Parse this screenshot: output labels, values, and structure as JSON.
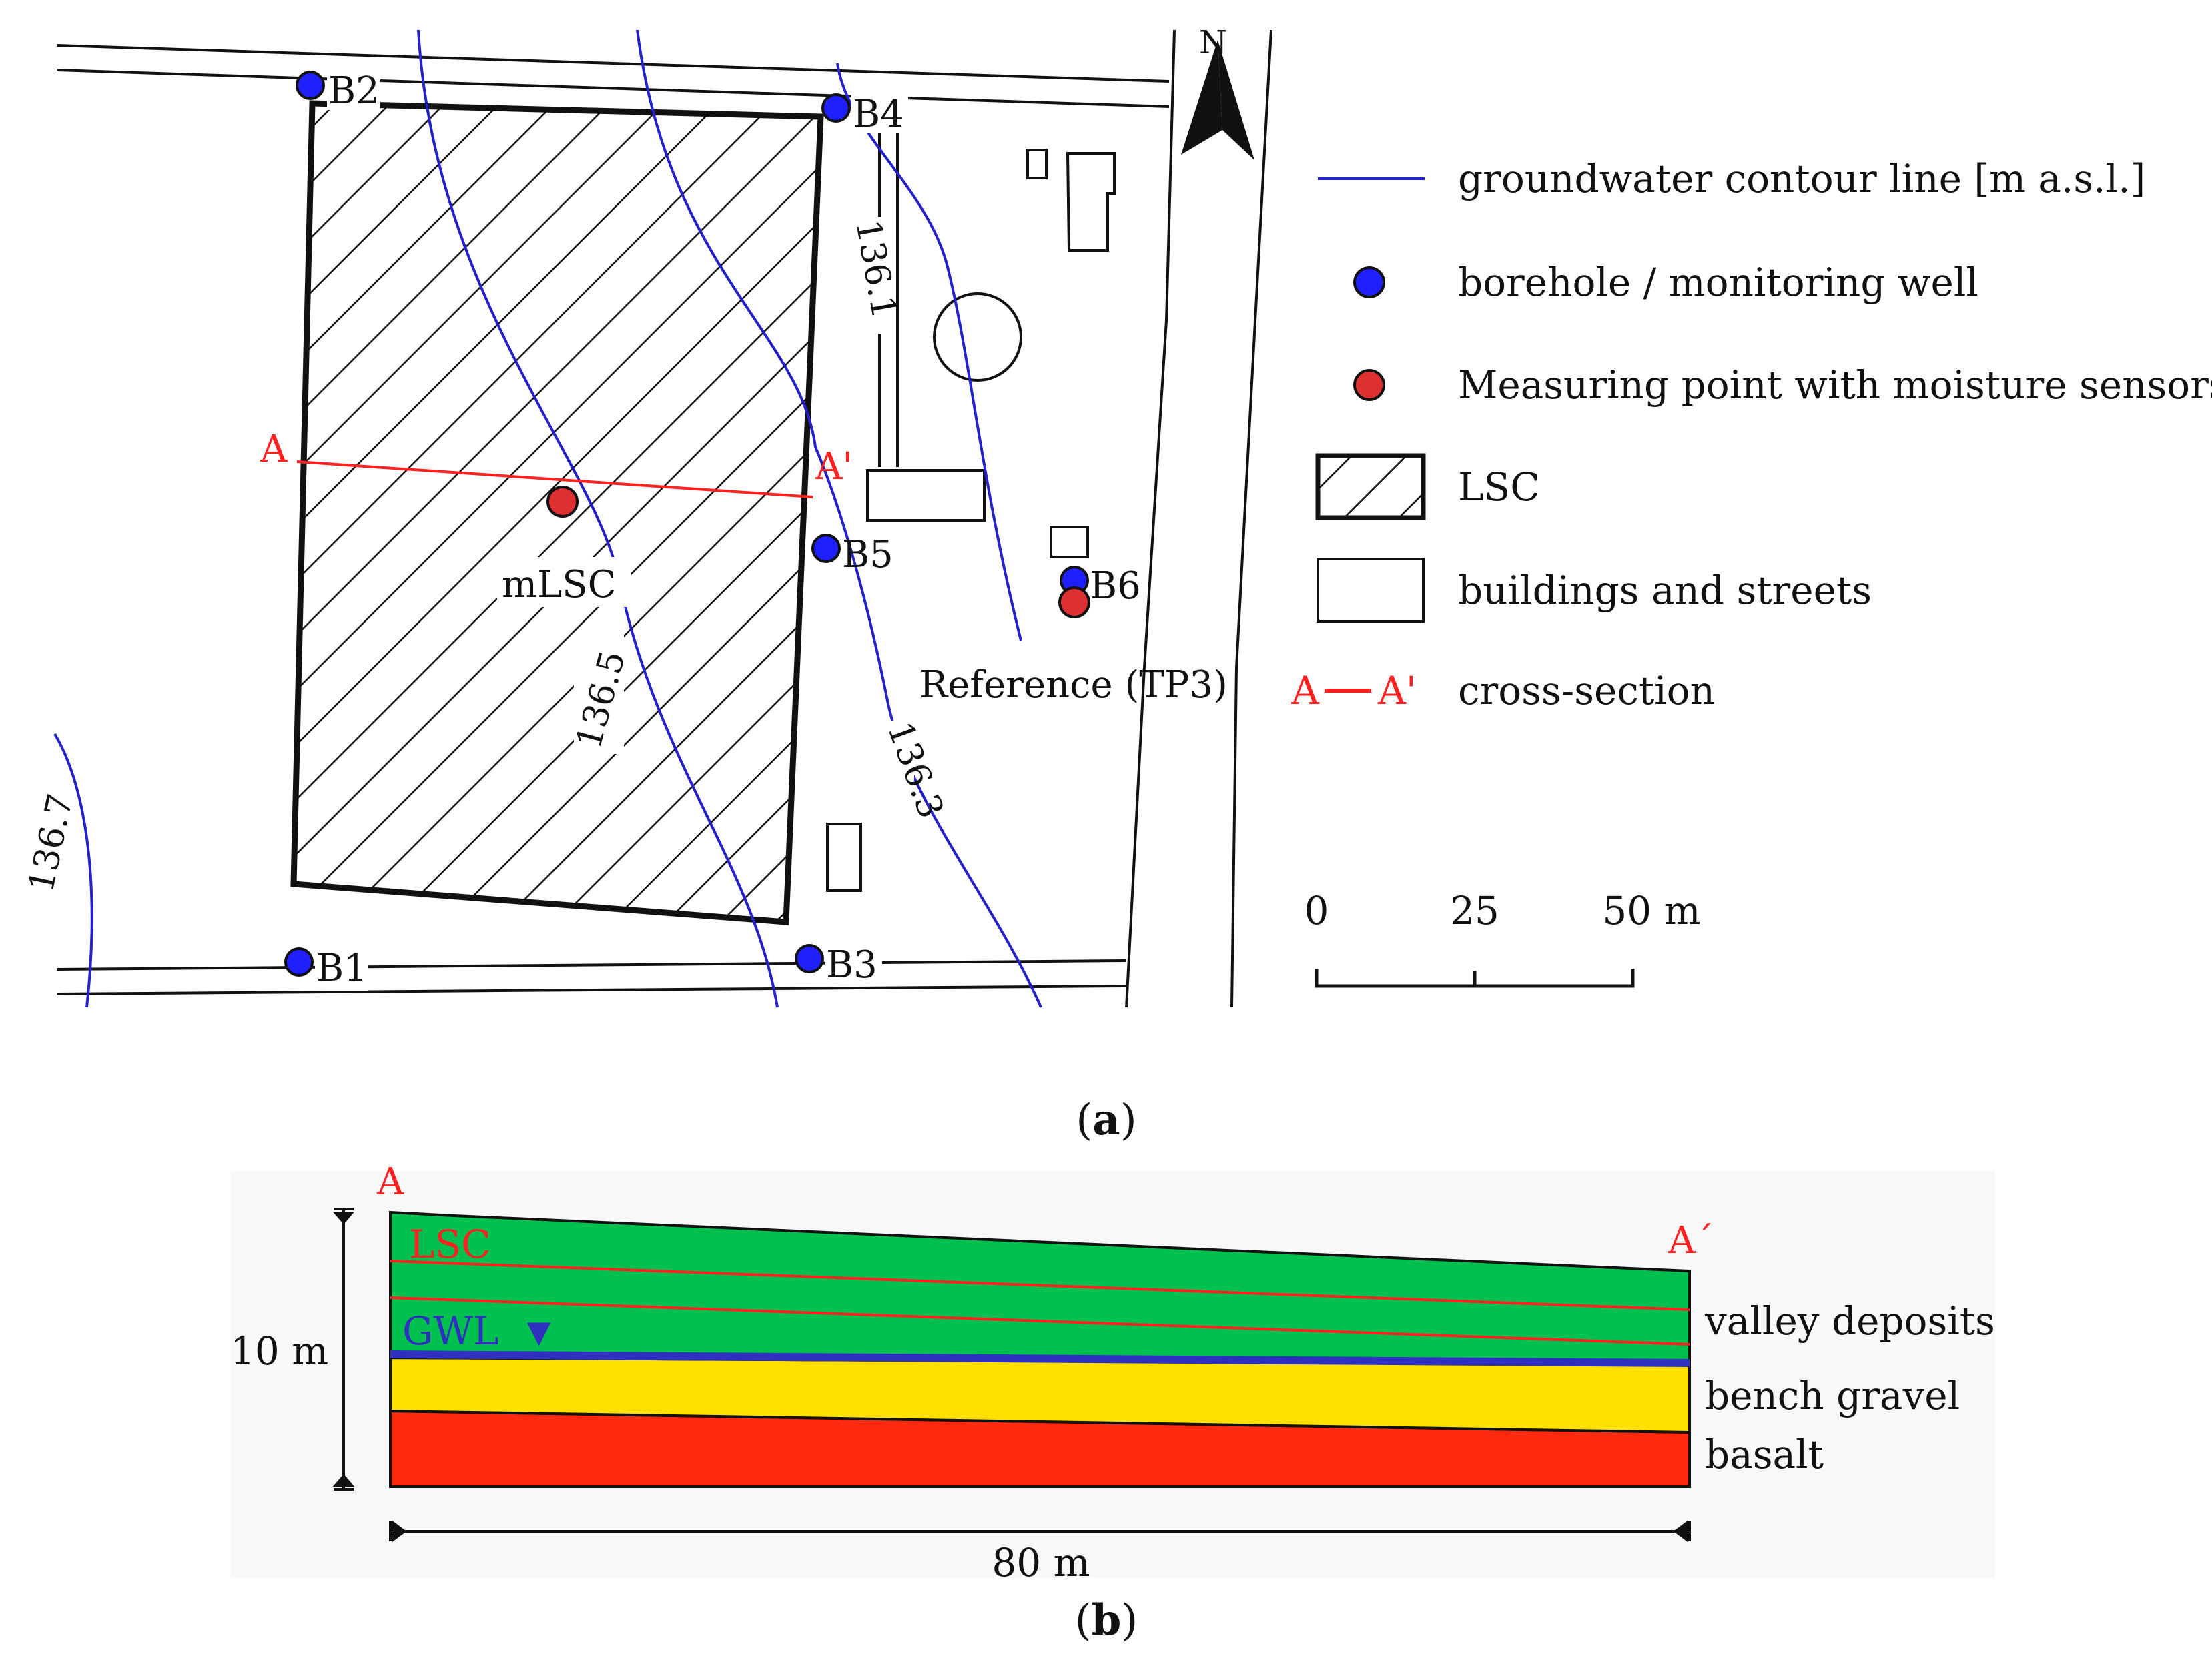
{
  "colors": {
    "contour": "#2222cc",
    "borehole": "#2020ff",
    "sensor": "#dd3030",
    "section": "#ff2020",
    "valley": "#00c050",
    "gravel": "#ffe000",
    "basalt": "#ff2a10",
    "gwl": "#3030c0"
  },
  "map": {
    "north_label": "N",
    "boreholes": {
      "b1": "B1",
      "b2": "B2",
      "b3": "B3",
      "b4": "B4",
      "b5": "B5",
      "b6": "B6"
    },
    "contours": {
      "c1367": "136.7",
      "c1365": "136.5",
      "c1363": "136.3",
      "c1361": "136.1"
    },
    "section_a": "A",
    "section_a_prime": "A'",
    "sensor_mlsc": "mLSC",
    "sensor_reference": "Reference (TP3)",
    "legend": {
      "contour_line": "groundwater contour line [m a.s.l.]",
      "borehole": "borehole / monitoring well",
      "measuring_point": "Measuring point with moisture sensors",
      "lsc": "LSC",
      "buildings": "buildings and streets",
      "section_symbol_a": "A",
      "section_symbol_a_prime": "A'",
      "cross_section": "cross-section"
    },
    "scale": {
      "tick0": "0",
      "tick25": "25",
      "tick50": "50 m"
    }
  },
  "panel_a_label": "a",
  "section": {
    "label_a": "A",
    "label_a_prime": "A´",
    "lsc_label": "LSC",
    "gwl_label": "GWL",
    "gwl_symbol": "▼",
    "height_label": "10 m",
    "width_label": "80 m",
    "layers": {
      "valley": "valley deposits",
      "gravel": "bench gravel",
      "basalt": "basalt"
    }
  },
  "panel_b_label": "b"
}
